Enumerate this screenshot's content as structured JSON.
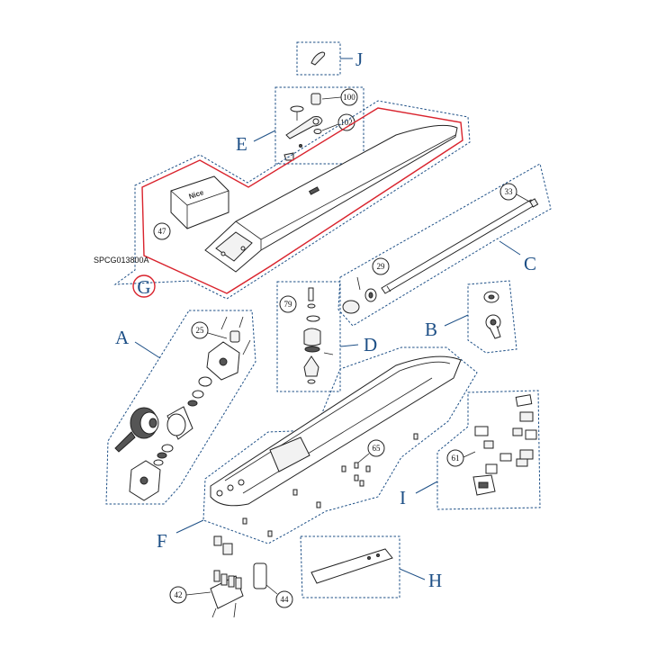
{
  "diagram": {
    "code": "SPCG013800A",
    "brand": "Nice",
    "highlight_color": "#d9232d",
    "group_color": "#1d4f86",
    "groups": {
      "A": "A",
      "B": "B",
      "C": "C",
      "D": "D",
      "E": "E",
      "F": "F",
      "G": "G",
      "H": "H",
      "I": "I",
      "J": "J"
    },
    "callouts": {
      "c25": "25",
      "c29": "29",
      "c33": "33",
      "c42": "42",
      "c44": "44",
      "c47": "47",
      "c61": "61",
      "c65": "65",
      "c79": "79",
      "c100": "100",
      "c102": "102"
    }
  }
}
